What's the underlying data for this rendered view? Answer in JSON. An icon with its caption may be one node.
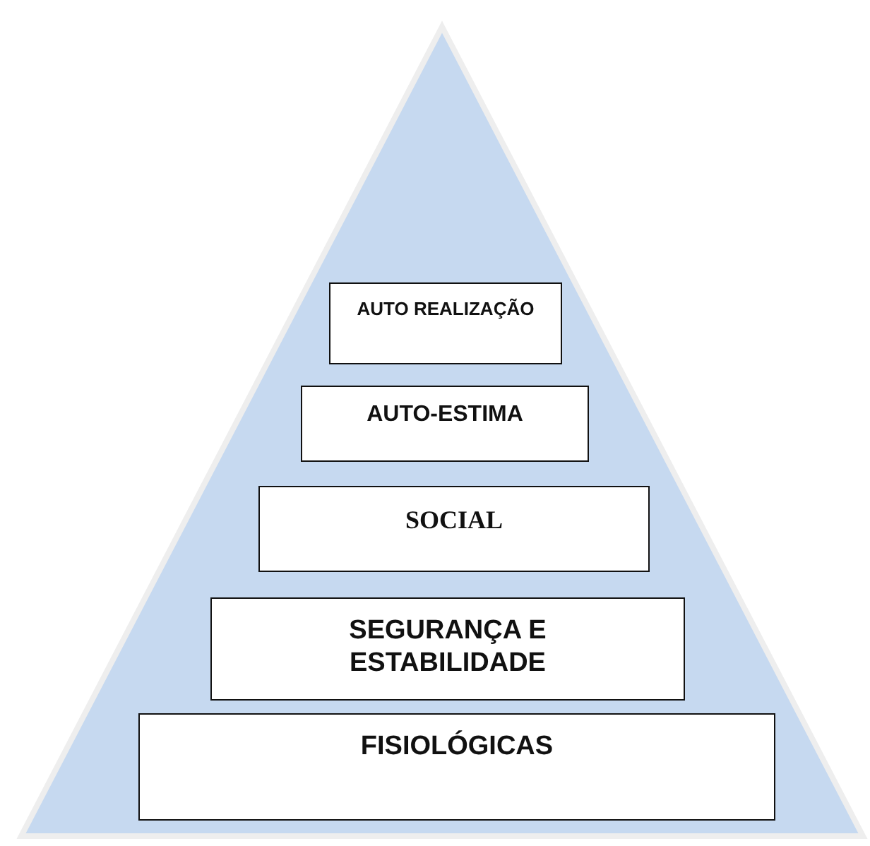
{
  "diagram": {
    "nodes": [
      {
        "text": [
          "AUTO REALIZAÇÃO"
        ]
      },
      {
        "text": [
          "AUTO-ESTIMA"
        ]
      },
      {
        "text": [
          "SOCIAL"
        ]
      },
      {
        "text": [
          "SEGURANÇA E ESTABILIDADE"
        ]
      },
      {
        "text": [
          "FISIOLÓGICAS"
        ]
      }
    ]
  }
}
